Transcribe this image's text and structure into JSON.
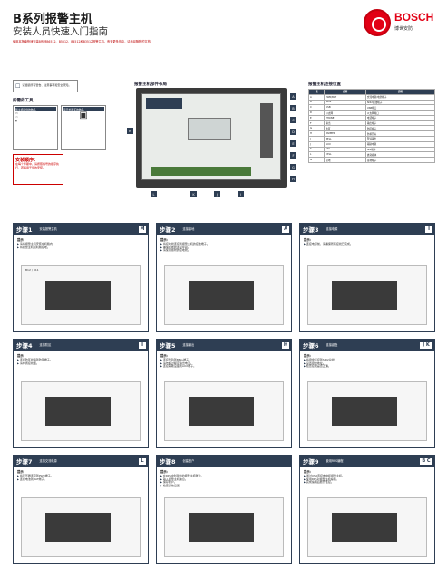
{
  "header": {
    "title": "B系列报警主机",
    "subtitle": "安装人员快速入门指南",
    "intro": "使用本指南快速安装B系列B6512、B5512、B4512和B3512报警主机。有关更多信息，请参阅随附的文档。"
  },
  "logo": {
    "brand": "BOSCH",
    "sub": "博世安防"
  },
  "left_panel": {
    "note": "请遵循所有警告、注意事项和安全须知。",
    "tools_title": "所需的工具：",
    "tool_a": "随主机提供的物品",
    "tool_b": "需另外购买的物品",
    "order_title": "安装顺序：",
    "order_text": "在每个步骤中，请按照编号的顺序执行，若适用于您的安装。"
  },
  "board_title": "报警主机部件布局",
  "table_title": "报警主机连接位置",
  "table": {
    "headers": [
      "项",
      "名称",
      "说明"
    ],
    "rows": [
      [
        "A",
        "PWR/BAT",
        "交流电源/电池端子"
      ],
      [
        "B",
        "SDI2",
        "SDI2总线端子"
      ],
      [
        "C",
        "USB",
        "USB端口"
      ],
      [
        "D",
        "以太网",
        "以太网端口"
      ],
      [
        "E",
        "PHONE",
        "电话端子"
      ],
      [
        "F",
        "输出",
        "输出端子"
      ],
      [
        "G",
        "防区",
        "防区端子"
      ],
      [
        "H",
        "TAMPER",
        "防拆开关"
      ],
      [
        "I",
        "BELL",
        "警铃输出"
      ],
      [
        "J",
        "AUX",
        "辅助电源"
      ],
      [
        "K",
        "SDI",
        "SDI端子"
      ],
      [
        "L",
        "CELL",
        "蜂窝模块"
      ],
      [
        "M",
        "接地",
        "接地端子"
      ]
    ]
  },
  "board_markers_right": [
    "A",
    "B",
    "C",
    "D",
    "E",
    "F",
    "G",
    "H"
  ],
  "board_markers_bottom": [
    "L",
    "K",
    "J",
    "I"
  ],
  "board_marker_left": "M",
  "steps": [
    {
      "num": "步骤1",
      "label": "安装报警主机",
      "badge": "M",
      "tip_title": "提示：",
      "items": [
        "请将报警主机安装在机箱内。",
        "将报警主机和机箱接地。"
      ],
      "caption": "B12 / B11"
    },
    {
      "num": "步骤2",
      "label": "连接接地",
      "badge": "A",
      "tip_title": "提示：",
      "items": [
        "将接地线连接到报警主机的接地端子。",
        "确保接地线连接牢固。",
        "请使用随附的接地线。"
      ],
      "caption": ""
    },
    {
      "num": "步骤3",
      "label": "连接电源",
      "badge": "I",
      "tip_title": "提示：",
      "items": [
        "连接电源前，请确保所有接线已完成。"
      ],
      "caption": ""
    },
    {
      "num": "步骤4",
      "label": "连接防区",
      "badge": "I",
      "tip_title": "提示：",
      "items": [
        "连接防区线路到防区端子。",
        "请参阅接线图。"
      ],
      "caption": ""
    },
    {
      "num": "步骤5",
      "label": "连接输出",
      "badge": "H",
      "tip_title": "提示：",
      "items": [
        "连接警铃到BELL端子。",
        "请勿超过额定输出电流。",
        "连接辅助设备到AUX端子。"
      ],
      "caption": ""
    },
    {
      "num": "步骤6",
      "label": "连接键盘",
      "badge": "J K",
      "tip_title": "提示：",
      "items": [
        "将键盘连接到SDI2总线。",
        "设置键盘地址。",
        "检查接线是否正确。"
      ],
      "caption": ""
    },
    {
      "num": "步骤7",
      "label": "连接交流电源",
      "badge": "L",
      "tip_title": "提示：",
      "items": [
        "将变压器连接到PWR端子。",
        "连接电池到BAT端子。"
      ],
      "caption": ""
    },
    {
      "num": "步骤8",
      "label": "创建账户",
      "badge": "",
      "tip_title": "提示：",
      "items": [
        "在RPS中创建新的报警主机账户。",
        "输入报警主机信息。",
        "保存账户。",
        "检查通信设置。"
      ],
      "caption": ""
    },
    {
      "num": "步骤9",
      "label": "使用RPS编程",
      "badge": "B C",
      "tip_title": "提示：",
      "items": [
        "通过USB连接电脑和报警主机。",
        "使用RPS对报警主机编程。",
        "完成编程后断开连接。"
      ],
      "caption": ""
    }
  ]
}
